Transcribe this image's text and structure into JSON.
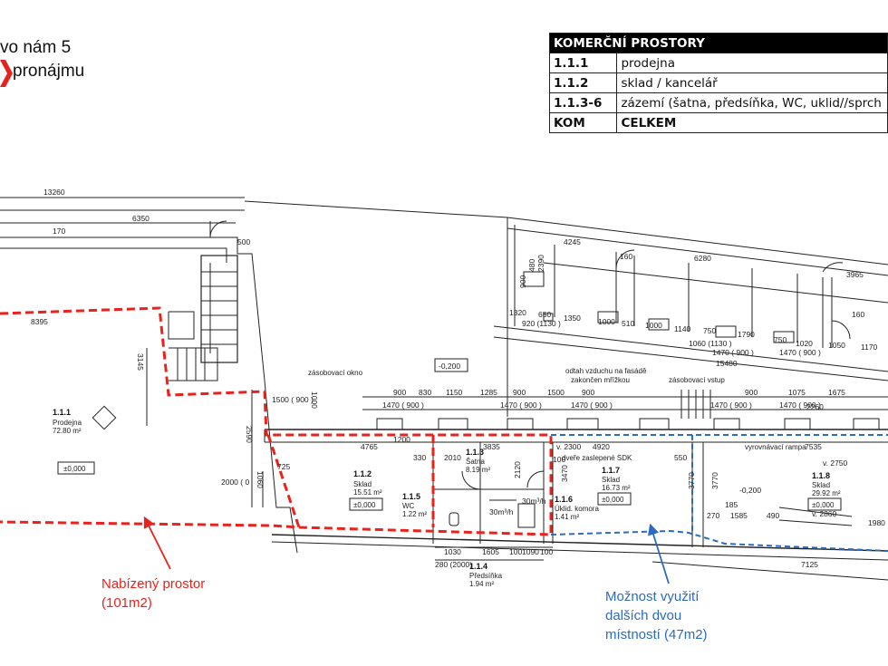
{
  "header": {
    "line1": "vo nám 5",
    "line2": "pronájmu"
  },
  "legend": {
    "title": "KOMERČNÍ PROSTORY",
    "rows": [
      {
        "code": "1.1.1",
        "desc": "prodejna"
      },
      {
        "code": "1.1.2",
        "desc": "sklad / kancelář"
      },
      {
        "code": "1.1.3-6",
        "desc": "zázemí (šatna, předsíňka, WC, uklid//sprch"
      }
    ],
    "total": {
      "code": "KOM",
      "desc": "CELKEM"
    }
  },
  "notes": {
    "offered": {
      "line1": "Nabízený prostor",
      "line2": "(101m2)"
    },
    "option": {
      "line1": "Možnost využití",
      "line2": "dalších dvou",
      "line3": "místností (47m2)"
    }
  },
  "colors": {
    "offered": "#e8231d",
    "option": "#2c6cc0",
    "plan": "#222222"
  },
  "plan": {
    "dims": {
      "d13260": "13260",
      "d6350": "6350",
      "d170": "170",
      "d500": "500",
      "d8395": "8395",
      "d3145": "3145",
      "d2590": "2590",
      "d1060": "1060",
      "d725": "725",
      "d2000": "2000 ( 0",
      "d4765": "4765",
      "d1200": "1200",
      "d330": "330",
      "d2010": "2010",
      "d3835": "3835",
      "d2120": "2120",
      "d1030": "1030",
      "d1605": "1605",
      "d100a": "100",
      "d1090": "1090",
      "d100b": "100",
      "d280": "280 (2000)",
      "d900a": "900",
      "d830": "830",
      "d1150": "1150",
      "d1285": "1285",
      "d900b": "900",
      "d1500": "1500",
      "d900c": "900",
      "d1470a": "1470 ( 900 )",
      "d1470b": "1470 ( 900 )",
      "d1470c": "1470 ( 900 )",
      "d1500_900": "1500 ( 900 )",
      "d1000": "1000",
      "d0200a": "-0,200",
      "d4920": "4920",
      "d2300": "v. 2300",
      "d3470": "3470",
      "d100c": "100",
      "d550": "550",
      "d3770a": "3770",
      "d3770b": "3770",
      "d2750": "v. 2750",
      "d7535": "7535",
      "d0200b": "-0,200",
      "d185": "185",
      "d1585": "1585",
      "d490": "490",
      "d270": "270",
      "d2860": "v. 2860",
      "d1980": "1980",
      "d7125": "7125",
      "d900d": "900",
      "d1075": "1075",
      "d1675": "1675",
      "d2260": "2260",
      "d1470d": "1470 ( 900 )",
      "d1470e": "1470 ( 900 )",
      "d4245": "4245",
      "d160a": "160",
      "d6280": "6280",
      "d3965": "3965",
      "d900e": "900",
      "d480": "480",
      "d2390": "2390",
      "d1320": "1320",
      "d650": "650",
      "d1350": "1350",
      "d920": "920 (1130 )",
      "d1000b": "1000",
      "d510": "510",
      "d1000c": "1000",
      "d1140": "1140",
      "d750a": "750",
      "d1790": "1790",
      "d750b": "750",
      "d1020": "1020",
      "d1050": "1050",
      "d1170": "1170",
      "d1060b": "1060 (1130 )",
      "d1470f": "1470 ( 900 )",
      "d1470g": "1470 ( 900 )",
      "d15480": "15480",
      "d160b": "160",
      "d30a": "30m³/h",
      "d30b": "30m³/h"
    },
    "annotations": {
      "supply_window": "zásobovací okno",
      "exhaust": "odtah vzduchu na fasádě",
      "exhaust2": "zakončen mřížkou",
      "supply_entry": "zásobovací vstup",
      "door_sdk": "dveře zaslepené SDK",
      "ramp": "vyrovnávací rampa"
    },
    "rooms": {
      "r111": {
        "num": "1.1.1",
        "name": "Prodejna",
        "area": "72.80 m²",
        "level": "±0,000"
      },
      "r112": {
        "num": "1.1.2",
        "name": "Sklad",
        "area": "15.51 m²",
        "level": "±0,000"
      },
      "r113": {
        "num": "1.1.3",
        "name": "Šatna",
        "area": "8.19 m²"
      },
      "r114": {
        "num": "1.1.4",
        "name": "Předsíňka",
        "area": "1.94 m²"
      },
      "r115": {
        "num": "1.1.5",
        "name": "WC",
        "area": "1.22 m²"
      },
      "r116": {
        "num": "1.1.6",
        "name": "Úklid. komora",
        "area": "1.41 m²"
      },
      "r117": {
        "num": "1.1.7",
        "name": "Sklad",
        "area": "16.73 m²",
        "level": "±0,000"
      },
      "r118": {
        "num": "1.1.8",
        "name": "Sklad",
        "area": "29.92 m²",
        "level": "±0,000"
      }
    }
  }
}
